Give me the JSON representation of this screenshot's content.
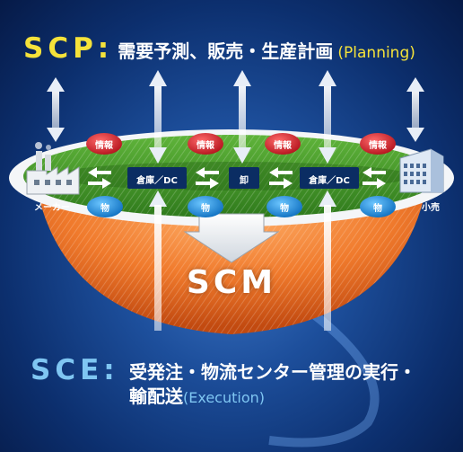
{
  "scp": {
    "abbr": "SCP:",
    "jp": "需要予測、販売・生産計画",
    "en": "(Planning)"
  },
  "sce": {
    "abbr": "SCE:",
    "jp_line1": "受発注・物流センター管理の実行・",
    "jp_line2": "輸配送",
    "en": "(Execution)"
  },
  "center_label": "SCM",
  "nodes": {
    "warehouse_left": "倉庫／DC",
    "wholesale": "卸",
    "warehouse_right": "倉庫／DC"
  },
  "endpoints": {
    "maker": "メーカー",
    "retail": "小売"
  },
  "info_pills": [
    "情報",
    "情報",
    "情報",
    "情報"
  ],
  "goods_pills": [
    "物",
    "物",
    "物",
    "物"
  ],
  "colors": {
    "scp_accent": "#f5e23a",
    "sce_accent": "#7fc6f2",
    "info_pill": "#d8202a",
    "goods_pill": "#1c8fe0",
    "disc_green": "#4a9a2a",
    "bowl_orange": "#f08030"
  }
}
